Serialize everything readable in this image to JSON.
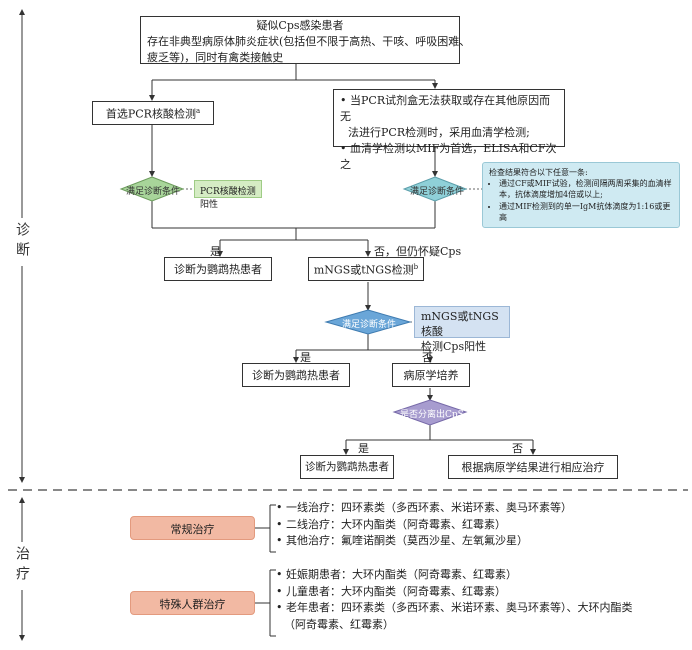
{
  "top_box": {
    "line1": "疑似Cps感染患者",
    "line2": "存在非典型病原体肺炎症状(包括但不限于高热、干咳、呼吸困难、",
    "line3": "疲乏等)，同时有禽类接触史"
  },
  "left_box": "首选PCR核酸检测",
  "left_box_sup": "a",
  "right_box": {
    "bullet1a": "当PCR试剂盒无法获取或存在其他原因而无",
    "bullet1b": "法进行PCR检测时，采用血清学检测;",
    "bullet2": "血清学检测以MIF为首选，ELISA和CF次之"
  },
  "diamond_left": "满足诊断条件",
  "diamond_right": "满足诊断条件",
  "diamond_mid": "满足诊断条件",
  "diamond_culture": "是否分离出CpS",
  "tag_pcr_positive": "PCR核酸检测阳性",
  "serology_note": {
    "title": "检查结果符合以下任意一条:",
    "item1a": "通过CF或MIF试验，检测间隔两周采集的血清样",
    "item1b": "本，抗体滴度增加4倍或以上;",
    "item2": "通过MIF检测到的单一IgM抗体滴度为1:16或更高"
  },
  "label_yes": "是",
  "label_no": "否",
  "label_no_suspect": "否，但仍怀疑Cps",
  "diagnose_box": "诊断为鹦鹉热患者",
  "mngs_box": "mNGS或tNGS检测",
  "mngs_sup": "b",
  "tag_mngs_positive": {
    "line1": "mNGS或tNGS核酸",
    "line2": "检测Cps阳性"
  },
  "culture_box": "病原学培养",
  "final_other_box": "根据病原学结果进行相应治疗",
  "side_diagnosis": "诊断",
  "side_treatment": "治疗",
  "routine_tag": "常规治疗",
  "routine_items": [
    "一线治疗：四环素类（多西环素、米诺环素、奥马环素等）",
    "二线治疗：大环内酯类（阿奇霉素、红霉素）",
    "其他治疗：氟喹诺酮类（莫西沙星、左氧氟沙星）"
  ],
  "special_tag": "特殊人群治疗",
  "special_items": [
    "妊娠期患者：大环内酯类（阿奇霉素、红霉素）",
    "儿童患者：大环内酯类（阿奇霉素、红霉素）",
    "老年患者：四环素类（多西环素、米诺环素、奥马环素等）、大环内酯类",
    "（阿奇霉素、红霉素）"
  ],
  "colors": {
    "diamond_green": "#a8d59a",
    "diamond_teal": "#8fd0d8",
    "diamond_blue": "#6aa6d8",
    "diamond_purple": "#a79ccf",
    "orange": "#f2b9a3",
    "green_tag": "#d5ecc4",
    "blue_tag": "#d4e2f2",
    "teal_note": "#cfeaf2"
  }
}
